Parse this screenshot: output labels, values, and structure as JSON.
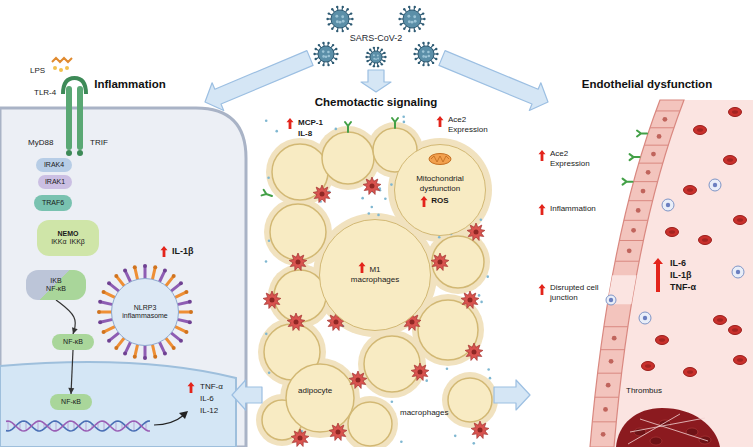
{
  "diagram": {
    "nodes": [
      {
        "text": [
          "SARS-CoV-2"
        ]
      },
      {
        "text": [
          "Inflammation"
        ]
      },
      {
        "text": [
          "IRAK4"
        ],
        "in": 1
      },
      {
        "text": [
          "IRAK1"
        ],
        "in": 1
      },
      {
        "text": [
          "TRAF6"
        ],
        "in": 1
      },
      {
        "text": [
          "NEMO",
          "IKKα",
          "IKKβ"
        ],
        "in": 1
      },
      {
        "text": [
          "IKB",
          "NF-κB"
        ],
        "in": 1
      },
      {
        "text": [
          "NF-κB"
        ],
        "in": 1
      },
      {
        "text": [
          "NLRP3 inflammasome"
        ],
        "in": 1
      },
      {
        "text": [
          "NF-κB"
        ],
        "in": 1
      },
      {
        "text": [
          "Chemotactic signaling"
        ]
      },
      {
        "text": [
          "Mitochondrial dysfunction",
          "ROS"
        ],
        "in": 10
      },
      {
        "text": [
          "M1 macrophages"
        ],
        "in": 10
      },
      {
        "text": [
          "Endothelial dysfunction"
        ]
      }
    ],
    "edges": [
      {
        "from": 0,
        "to": 1,
        "arrow": "to"
      },
      {
        "from": 0,
        "to": 10,
        "arrow": "to"
      },
      {
        "from": 0,
        "to": 13,
        "arrow": "to"
      },
      {
        "from": 10,
        "to": 1,
        "arrow": "to"
      },
      {
        "from": 10,
        "to": 13,
        "arrow": "to"
      },
      {
        "from": 6,
        "to": 7,
        "arrow": "to"
      },
      {
        "from": 7,
        "to": 9,
        "arrow": "to"
      }
    ],
    "labels": [
      "LPS",
      "TLR-4",
      "MyD88",
      "TRIF",
      "IL-1β",
      "TNF-α",
      "IL-6",
      "IL-12",
      "MCP-1",
      "IL-8",
      "Ace2 Expression",
      "adipocyte",
      "macrophages",
      "Ace2 Expression",
      "Inflammation",
      "IL-6",
      "IL-1β",
      "TNF-α",
      "Disrupted cell junction",
      "Thrombus"
    ]
  }
}
